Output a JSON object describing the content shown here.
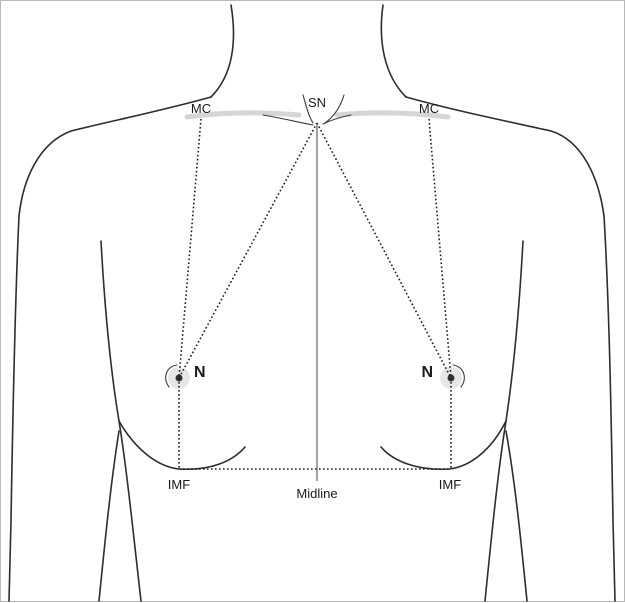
{
  "labels": {
    "suprasternal_notch": "SN",
    "midclavicular_left": "MC",
    "midclavicular_right": "MC",
    "nipple_left": "N",
    "nipple_right": "N",
    "inframammary_fold_left": "IMF",
    "inframammary_fold_right": "IMF",
    "midline": "Midline"
  },
  "colors": {
    "outline": "#2d2d2d",
    "measurement_line": "#1e1e1e",
    "midline": "#6f6f6f",
    "shading": "#c7c7c7"
  }
}
